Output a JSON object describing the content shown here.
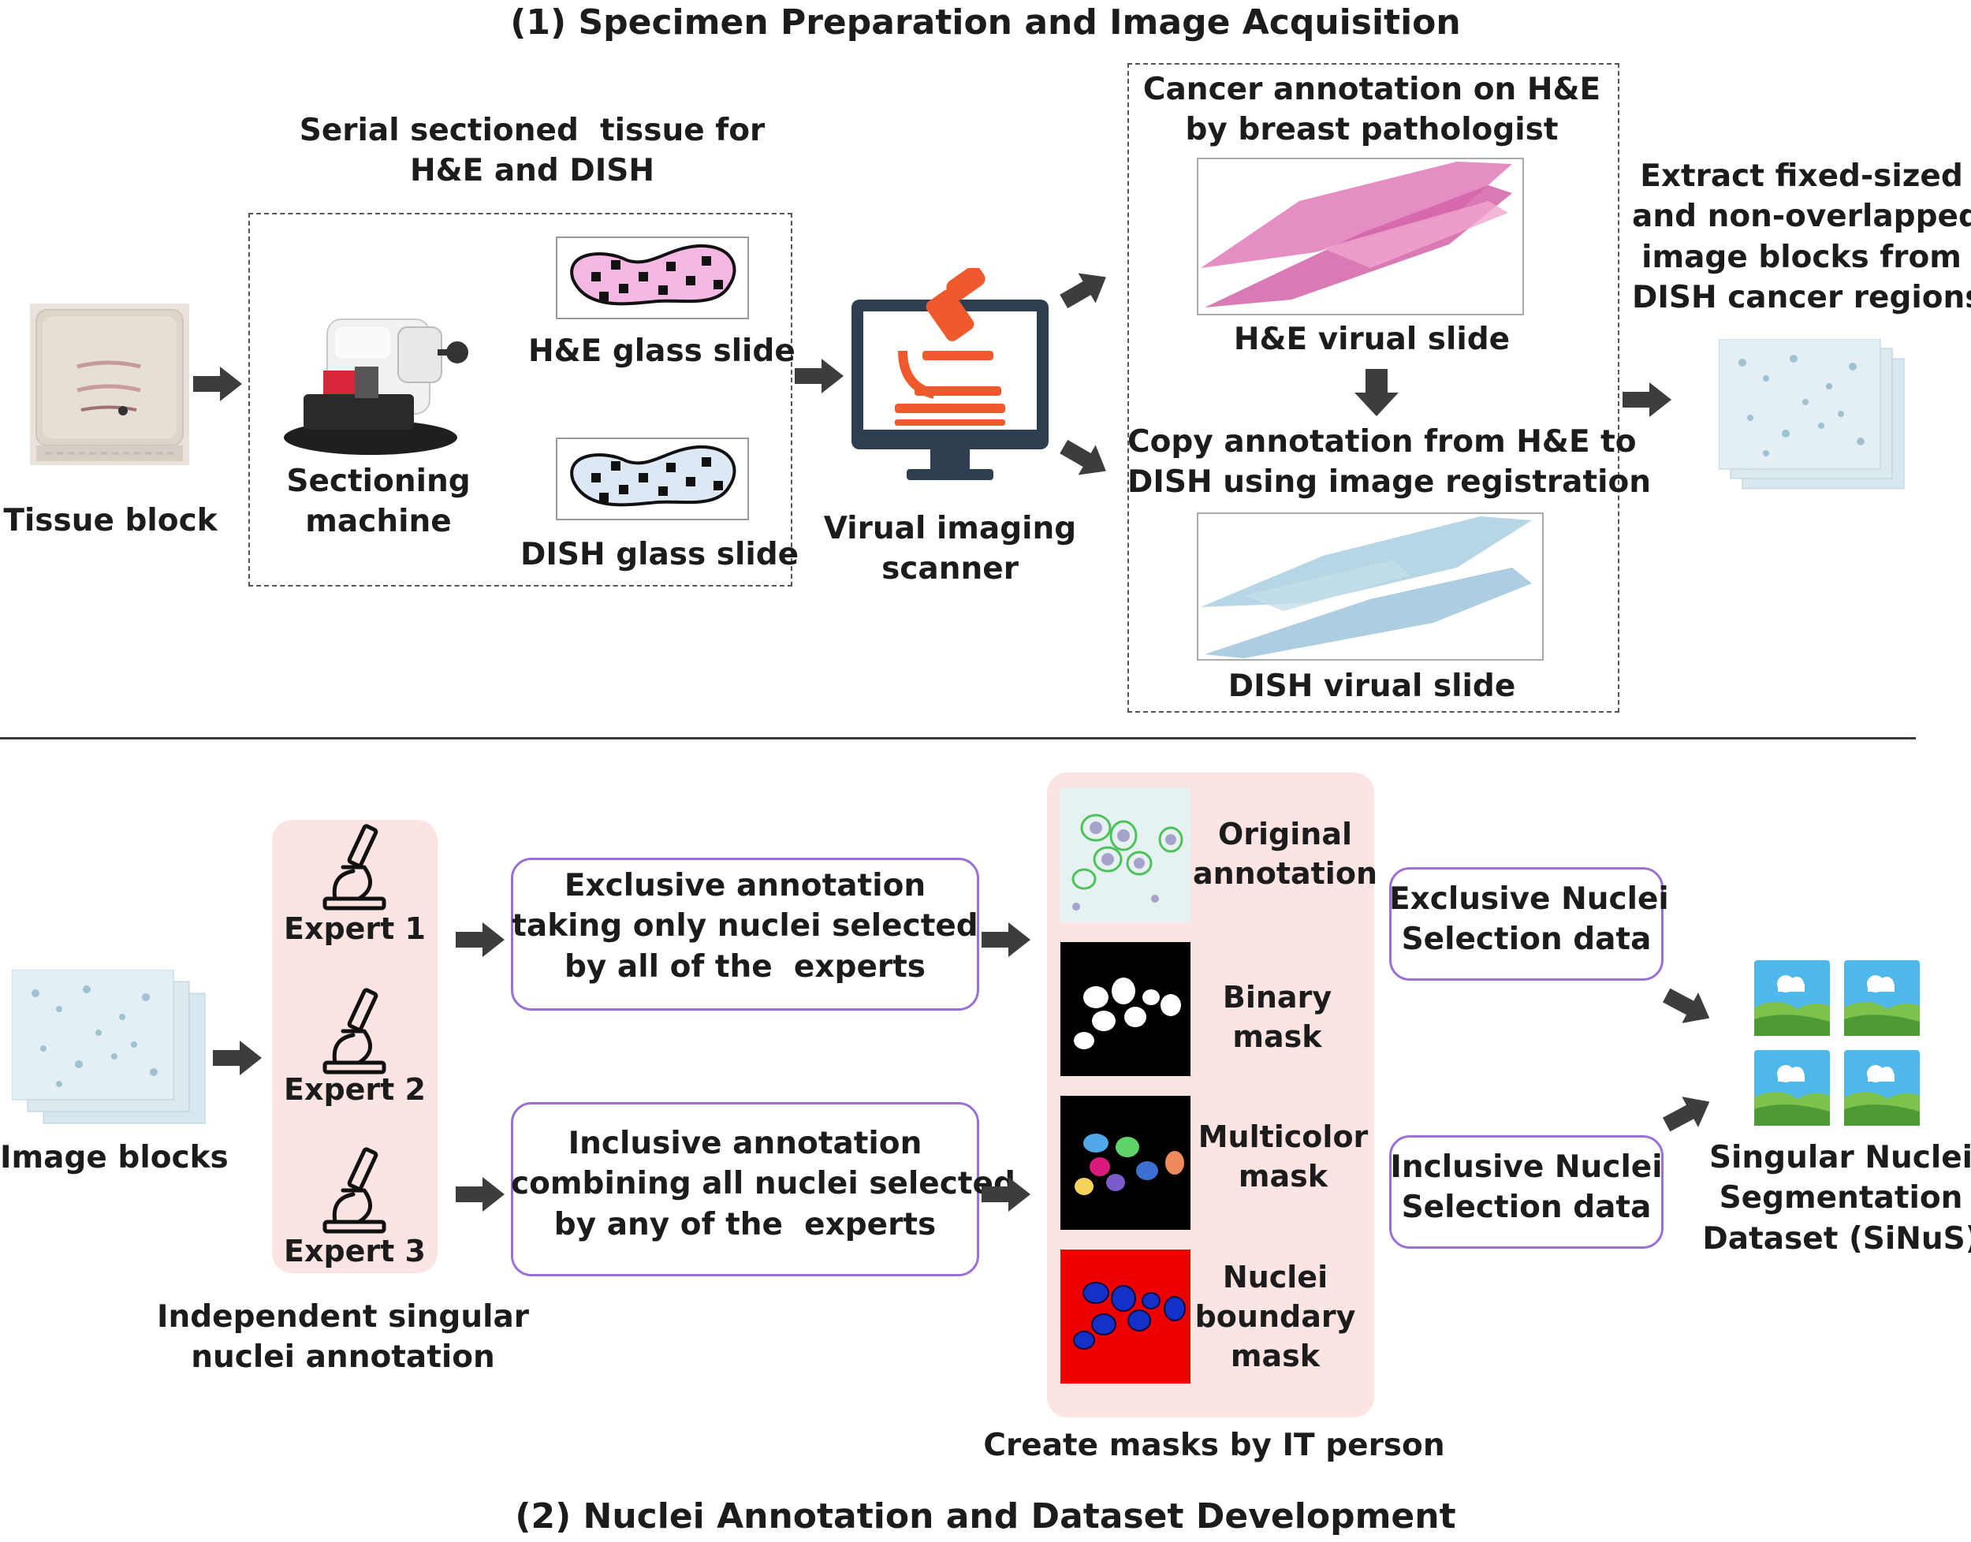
{
  "titles": {
    "section1": "(1) Specimen Preparation and Image Acquisition",
    "section2": "(2) Nuclei Annotation and Dataset Development"
  },
  "prep": {
    "tissue_block": "Tissue block",
    "serial_heading": "Serial sectioned  tissue for\nH&E and DISH",
    "sectioning_machine": "Sectioning\nmachine",
    "he_glass_slide": "H&E glass slide",
    "dish_glass_slide": "DISH glass slide",
    "scanner": "Virual imaging\nscanner",
    "cancer_annotation": "Cancer annotation on H&E\nby breast pathologist",
    "he_virtual_slide": "H&E virual slide",
    "copy_annotation": "Copy annotation from H&E to\nDISH using image registration",
    "dish_virtual_slide": "DISH virual slide",
    "extract": "Extract fixed-sized\nand non-overlapped\nimage blocks from\nDISH cancer regions"
  },
  "annotation": {
    "image_blocks": "Image blocks",
    "experts": [
      "Expert 1",
      "Expert 2",
      "Expert 3"
    ],
    "independent": "Independent singular\nnuclei annotation",
    "exclusive_annotation": "Exclusive annotation\ntaking only nuclei selected\nby all of the  experts",
    "inclusive_annotation": "Inclusive annotation\ncombining all nuclei selected\nby any of the  experts",
    "masks": [
      "Original\nannotation",
      "Binary\nmask",
      "Multicolor\nmask",
      "Nuclei\nboundary\nmask"
    ],
    "create_masks": "Create masks by IT person",
    "exclusive_data": "Exclusive Nuclei\nSelection data",
    "inclusive_data": "Inclusive Nuclei\nSelection data",
    "dataset": "Singular Nuclei\nSegmentation\nDataset (SiNuS)"
  },
  "colors": {
    "arrow": "#3d3d3d",
    "pink_panel": "#fbe4e2",
    "purple_border": "#9a6fd6",
    "he_pink": "#e07ab8",
    "dish_blue": "#a9cfe0",
    "scanner_orange": "#ee5a2c",
    "monitor_dark": "#2c3e50",
    "boundary_red": "#ef0000",
    "nuclei_blue": "#1430c8"
  }
}
